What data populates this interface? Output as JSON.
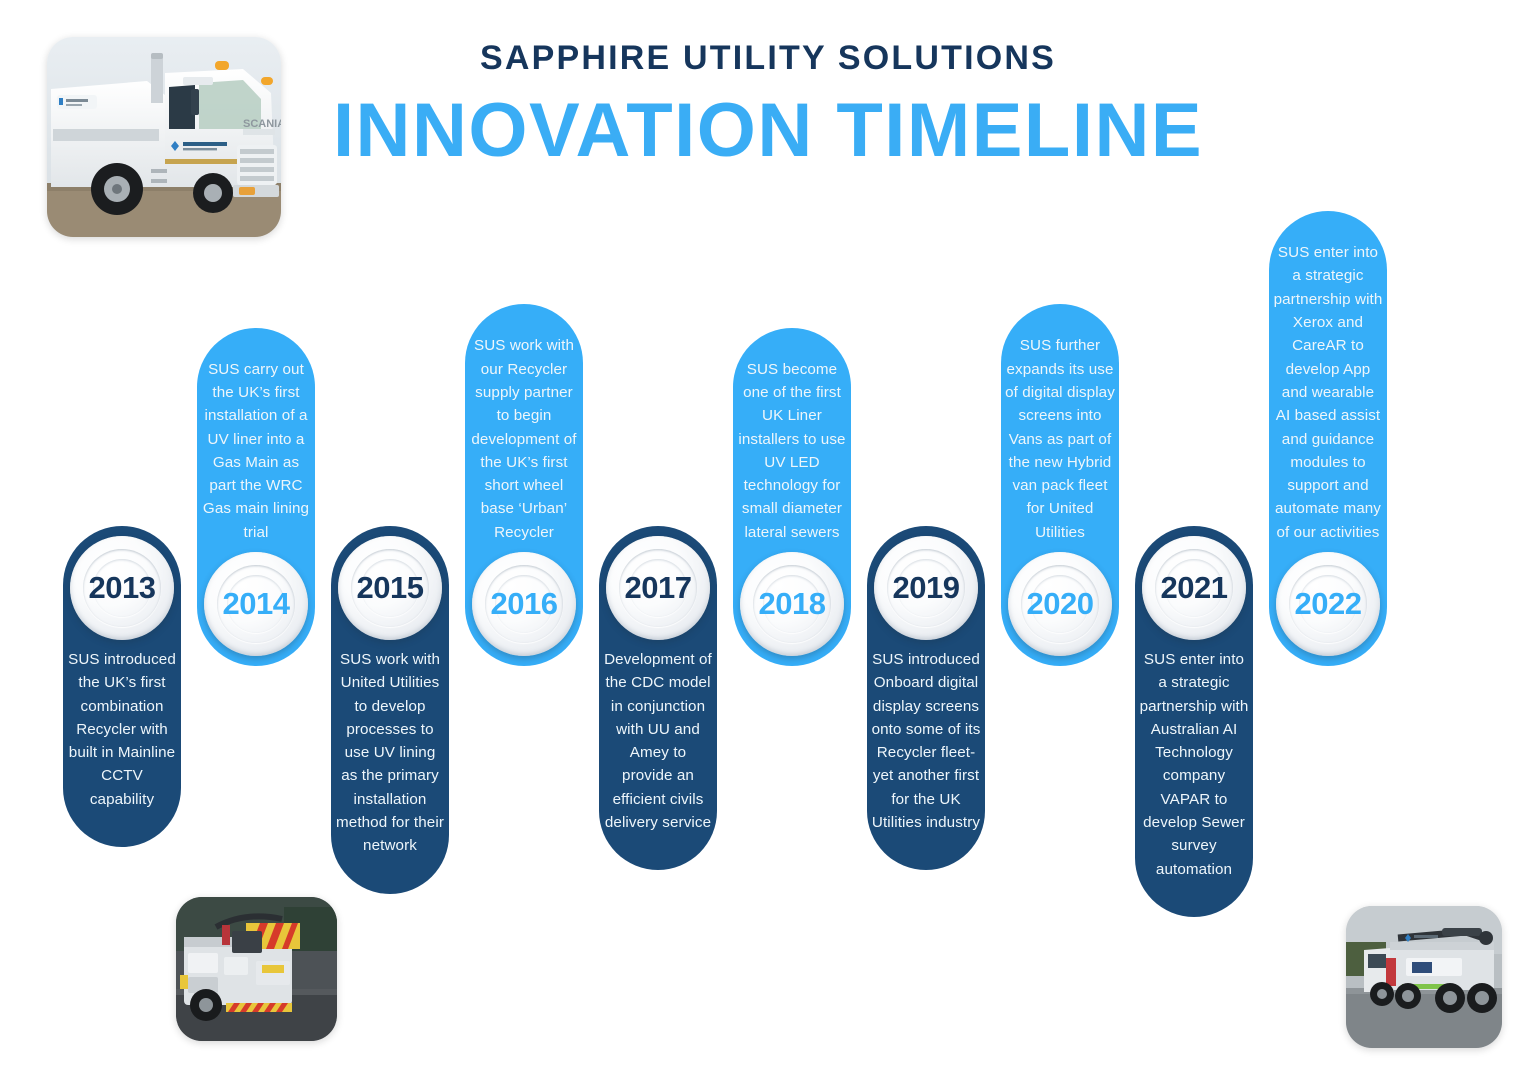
{
  "header": {
    "subtitle": "SAPPHIRE UTILITY SOLUTIONS",
    "title": "INNOVATION TIMELINE"
  },
  "colors": {
    "navy": "#1b4a77",
    "light_blue": "#36AEF8",
    "ribbon": "#2E4356",
    "heading_navy": "#16365c",
    "text": "#eef6fb",
    "background": "#ffffff"
  },
  "timeline": {
    "milestones": [
      {
        "year": "2013",
        "style": "navy",
        "position": "down",
        "text": "SUS introduced the UK’s first combination Recycler with built in Mainline CCTV capability"
      },
      {
        "year": "2014",
        "style": "blue",
        "position": "up",
        "text": "SUS carry out the UK’s first installation of a UV liner into a Gas Main as part the WRC Gas main lining trial"
      },
      {
        "year": "2015",
        "style": "navy",
        "position": "down",
        "text": "SUS work with United Utilities to develop processes to use UV lining as the primary installation method for their network"
      },
      {
        "year": "2016",
        "style": "blue",
        "position": "up",
        "text": "SUS work with our Recycler supply partner to begin development of the UK’s first short wheel base ‘Urban’ Recycler"
      },
      {
        "year": "2017",
        "style": "navy",
        "position": "down",
        "text": "Development of the CDC model in conjunction with UU and Amey to provide an efficient civils delivery service"
      },
      {
        "year": "2018",
        "style": "blue",
        "position": "up",
        "text": "SUS become one of the first UK Liner installers to use UV LED technology for small diameter lateral sewers"
      },
      {
        "year": "2019",
        "style": "navy",
        "position": "down",
        "text": "SUS introduced Onboard digital display screens onto some of its Recycler fleet- yet another first for the UK Utilities industry"
      },
      {
        "year": "2020",
        "style": "blue",
        "position": "up",
        "text": "SUS further expands its use of digital display screens into Vans as part of the new Hybrid van pack fleet for United Utilities"
      },
      {
        "year": "2021",
        "style": "navy",
        "position": "down",
        "text": "SUS enter into a strategic partnership with Australian AI Technology company VAPAR to develop Sewer survey automation"
      },
      {
        "year": "2022",
        "style": "blue",
        "position": "up",
        "text": "SUS enter into a strategic partnership with Xerox and CareAR to develop App and wearable AI based assist and guidance modules to support and automate many of our activities"
      }
    ]
  },
  "photos": [
    {
      "name": "sapphire-scania-recycler-truck-front"
    },
    {
      "name": "recycler-truck-rear-view"
    },
    {
      "name": "recycler-truck-side-view"
    }
  ]
}
